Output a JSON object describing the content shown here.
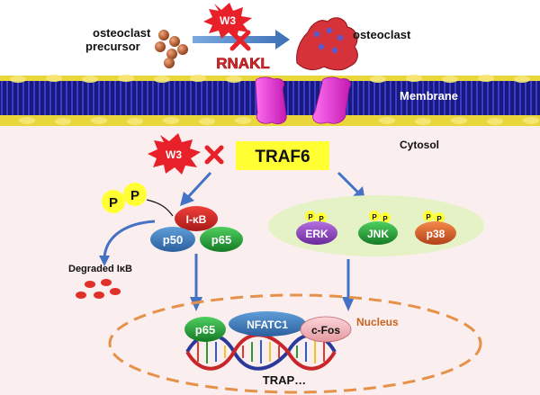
{
  "top": {
    "precursor_line1": "osteoclast",
    "precursor_line2": "precursor",
    "mature_label": "osteoclast",
    "inhibitor": "W3",
    "pathway_label": "RNAKL"
  },
  "membrane": {
    "label": "Membrane"
  },
  "cytosol": {
    "label": "Cytosol"
  },
  "signaling": {
    "inhibitor": "W3",
    "adaptor": "TRAF6",
    "phospho": "P",
    "ikb": "I-κB",
    "p50": "p50",
    "p65": "p65",
    "degraded": "Degraded IκB",
    "erk": "ERK",
    "jnk": "JNK",
    "p38": "p38"
  },
  "nucleus": {
    "label": "Nucleus",
    "p65": "p65",
    "nfatc1": "NFATC1",
    "cfos": "c-Fos",
    "gene": "TRAP…"
  },
  "colors": {
    "w3_star": "#e8202a",
    "traf6_box": "#ffff33",
    "cytosol_bg": "#fbeeee",
    "nucleus_border": "#e6914a",
    "arrow": "#4472c4",
    "mapk_ellipse": "#e4f2c6"
  }
}
